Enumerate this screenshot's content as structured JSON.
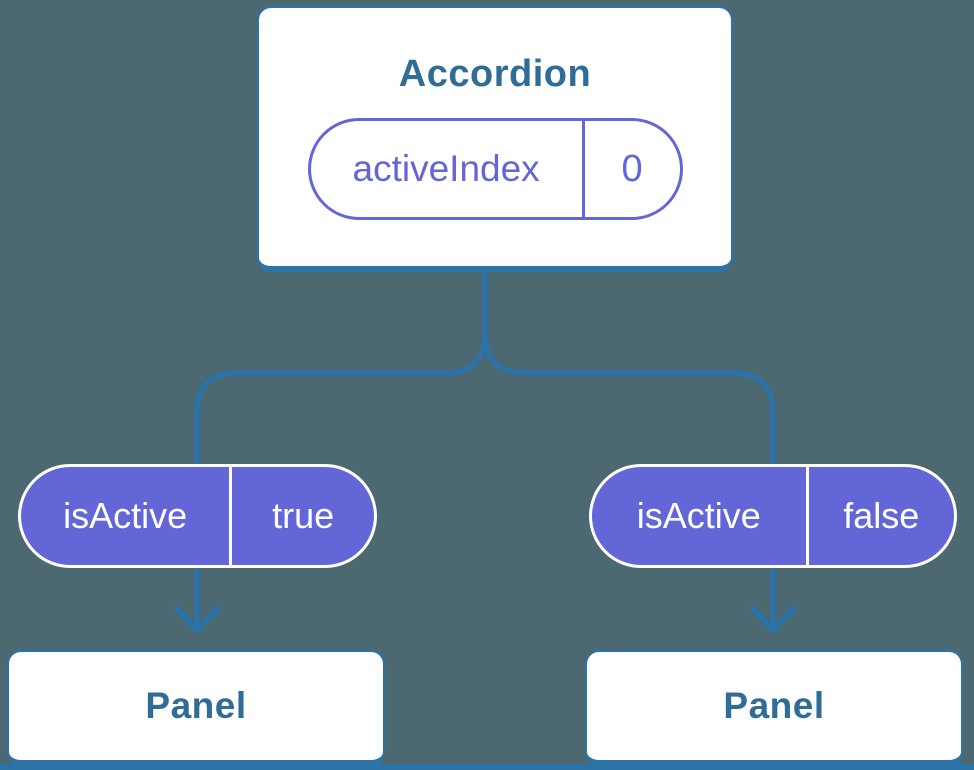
{
  "diagram": {
    "description": "React component tree diagram: Accordion parent holding state, passing isActive props to two Panel children",
    "root": {
      "title": "Accordion",
      "state": {
        "name": "activeIndex",
        "value": "0"
      }
    },
    "children": [
      {
        "prop": {
          "name": "isActive",
          "value": "true"
        },
        "node_label": "Panel"
      },
      {
        "prop": {
          "name": "isActive",
          "value": "false"
        },
        "node_label": "Panel"
      }
    ],
    "colors": {
      "background": "#4C6871",
      "connector_line": "#2B73A9",
      "pill_purple": "#6366D6",
      "node_text": "#2F6D96",
      "node_background": "#FFFFFF",
      "pill_text": "#FFFFFF"
    }
  }
}
